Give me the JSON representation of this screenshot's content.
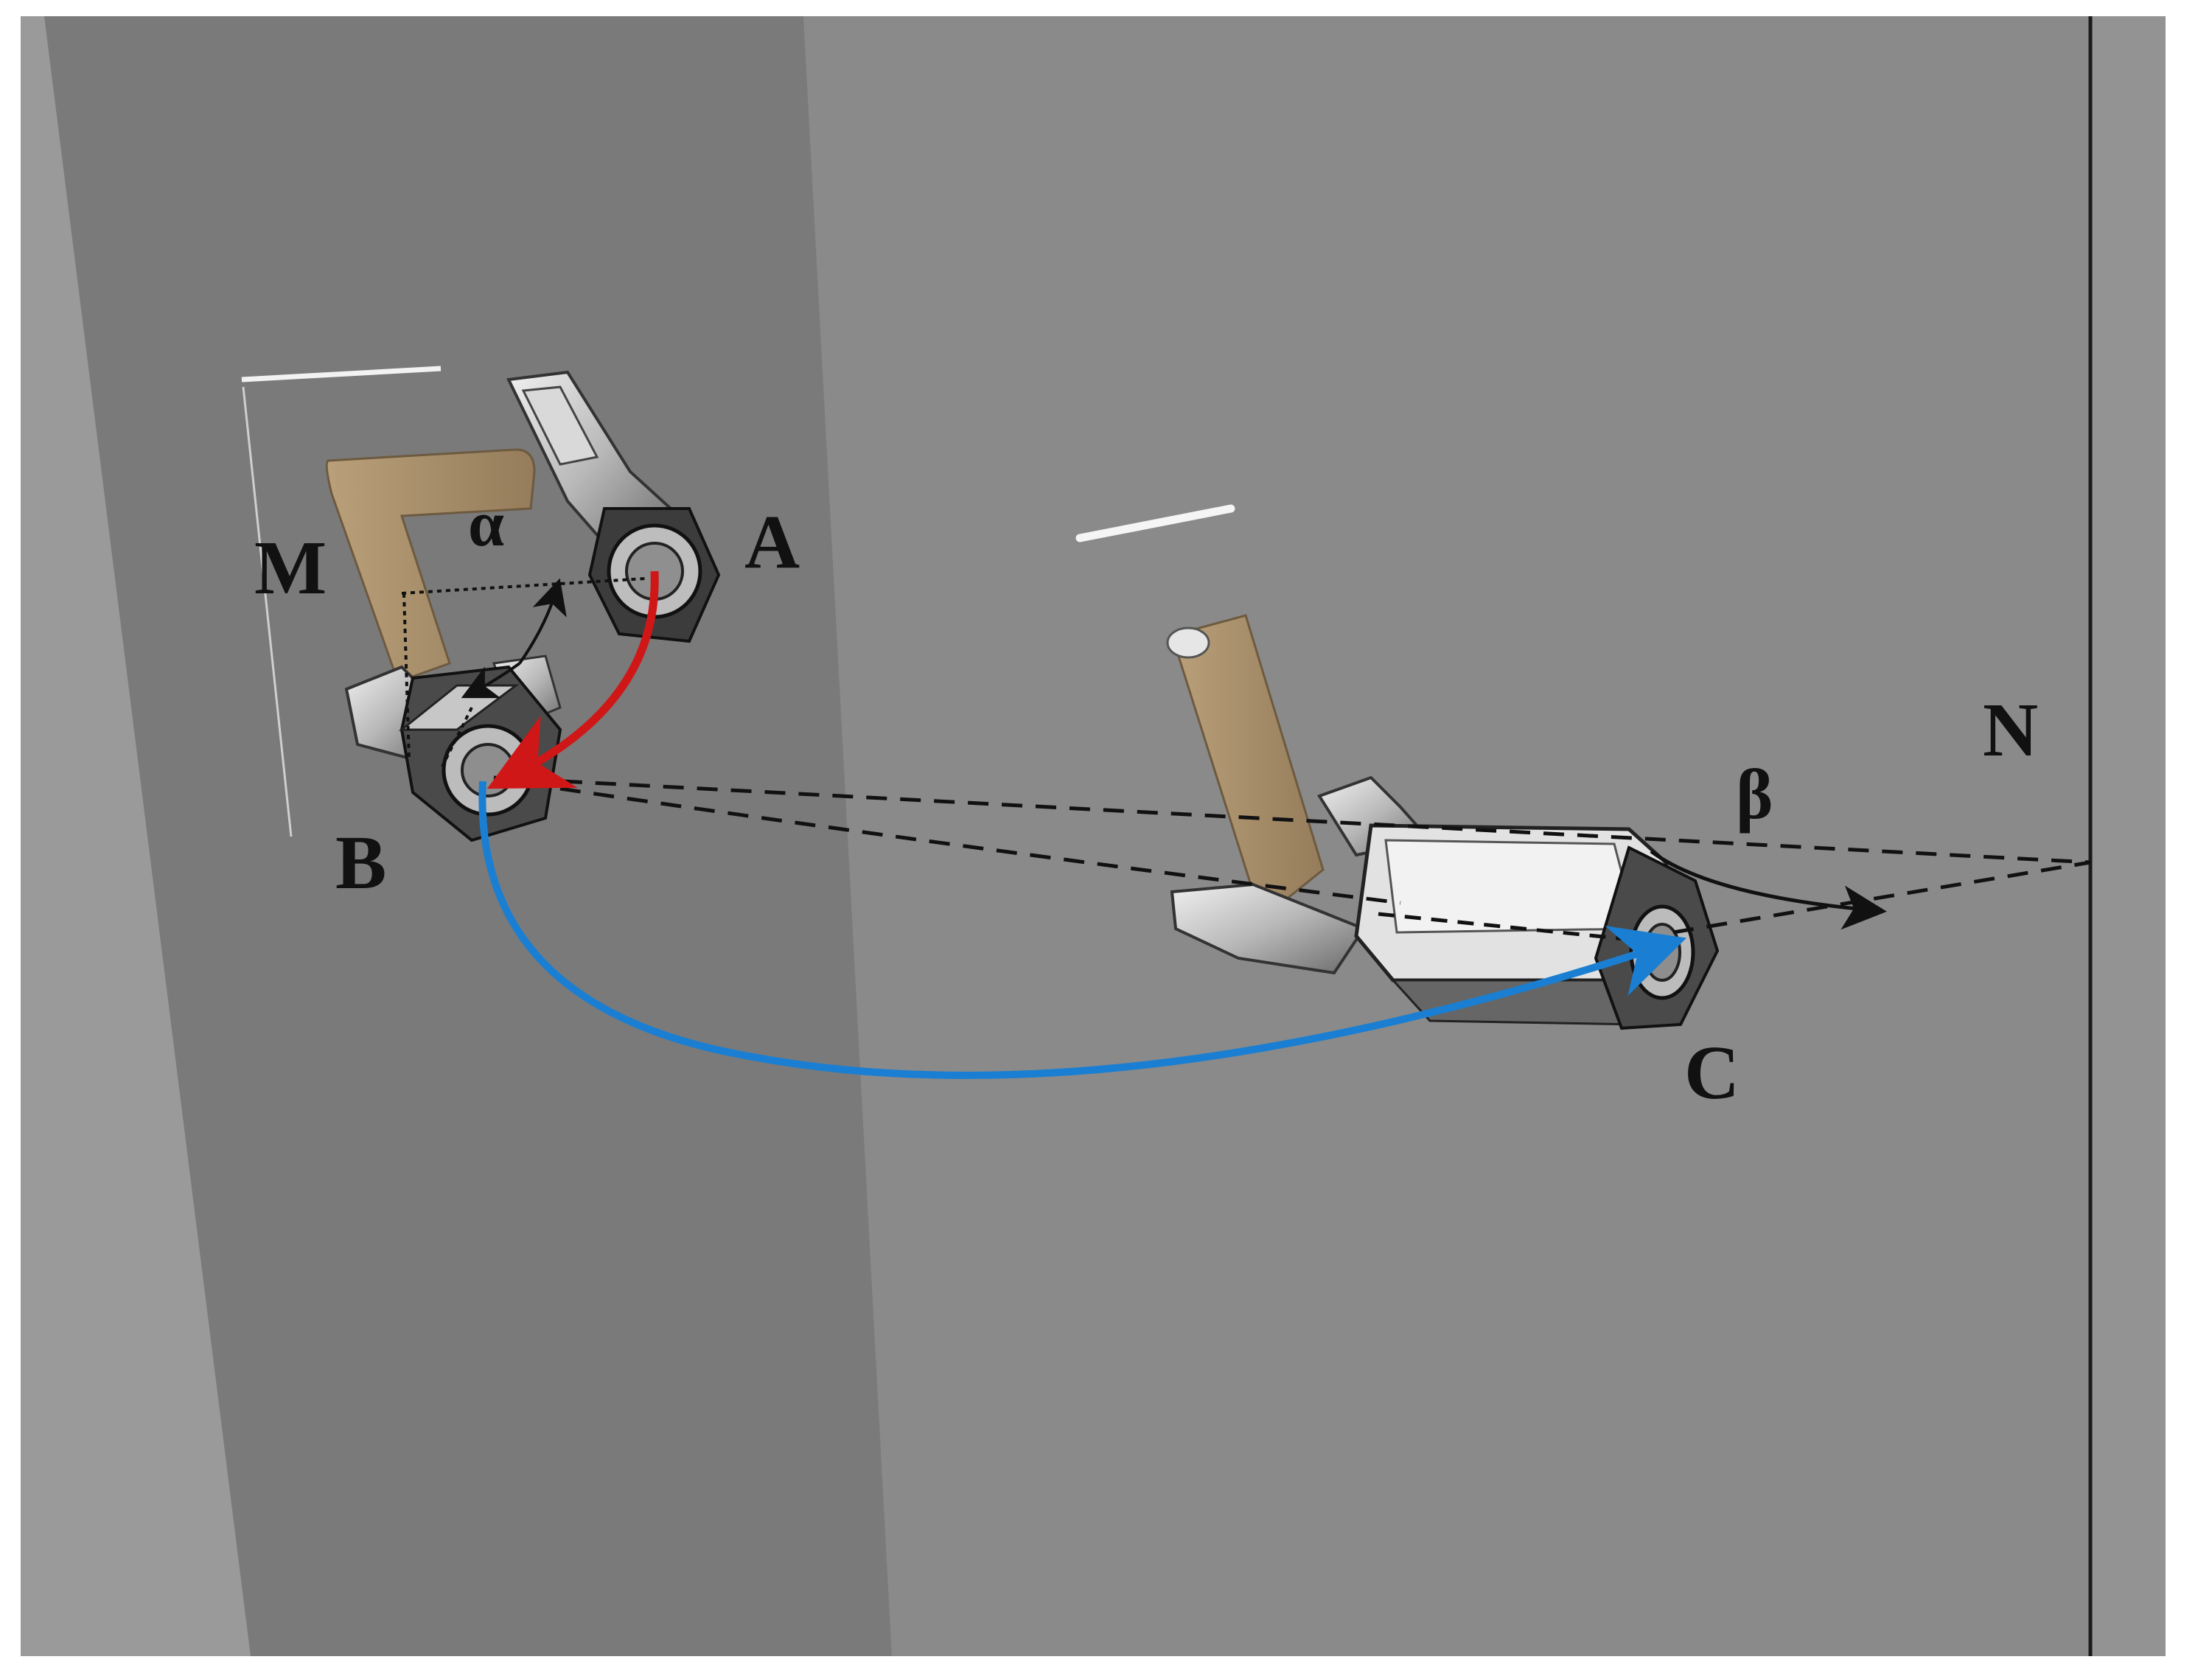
{
  "labels": {
    "a": "A",
    "b": "B",
    "c": "C",
    "m": "M",
    "n": "N",
    "alpha": "α",
    "beta": "β"
  },
  "colors": {
    "background_left": "#7a7a7a",
    "background_mid": "#8b8b8b",
    "background_right": "#838383",
    "link_tan": "#a88f6c",
    "arrow_red": "#d01717",
    "arrow_blue": "#1a7fd2",
    "dashed_black": "#111111"
  }
}
